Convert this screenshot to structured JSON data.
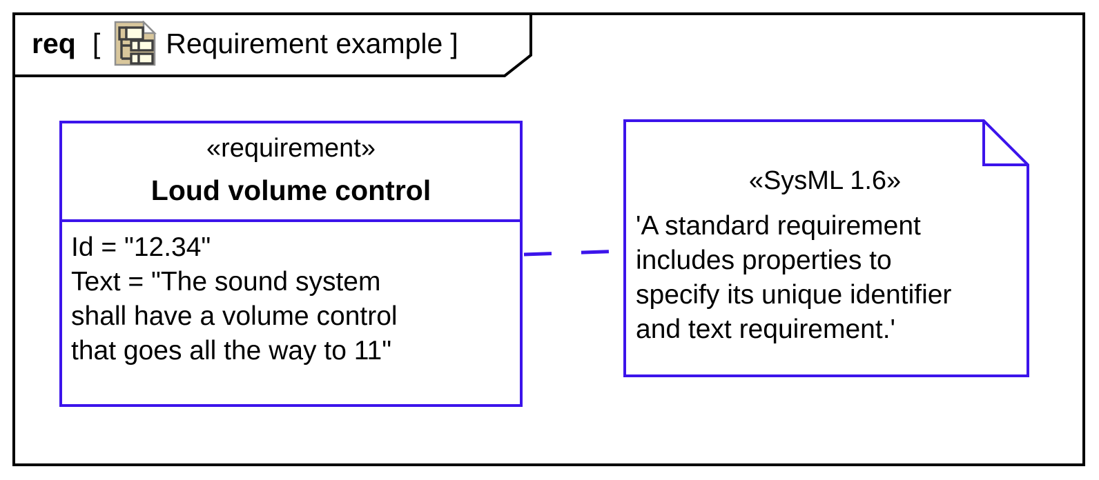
{
  "colors": {
    "frame_border": "#000000",
    "box_border": "#3C14EB",
    "text": "#000000",
    "icon_tan": "#D9C79C",
    "icon_cream": "#FFFDE4",
    "icon_dark": "#3F3F3F",
    "icon_gray": "#8F8F8F"
  },
  "frame": {
    "keyword": "req",
    "open_bracket": "[",
    "diagram_name": "Requirement example",
    "close_bracket": "]",
    "icon": "requirement-diagram-icon"
  },
  "requirement": {
    "stereotype": "«requirement»",
    "name": "Loud volume control",
    "body_lines": [
      "Id = \"12.34\"",
      "Text = \"The sound system",
      "shall have a volume control",
      "that goes all the way to 11\""
    ]
  },
  "note": {
    "stereotype": "«SysML 1.6»",
    "body_lines": [
      "'A standard requirement",
      "includes properties to",
      "specify its unique identifier",
      "and text requirement.'"
    ]
  }
}
